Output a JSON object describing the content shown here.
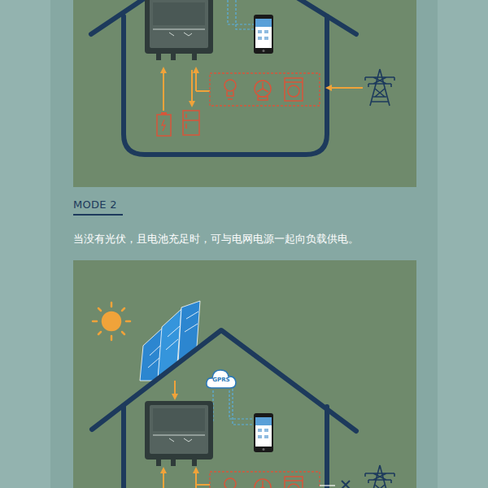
{
  "diagram": {
    "title": "MODE 2",
    "caption": "当没有光伏，且电池充足时，可与电网电源一起向负载供电。",
    "nodes": [
      {
        "text": [
          "GPRS"
        ]
      }
    ]
  }
}
